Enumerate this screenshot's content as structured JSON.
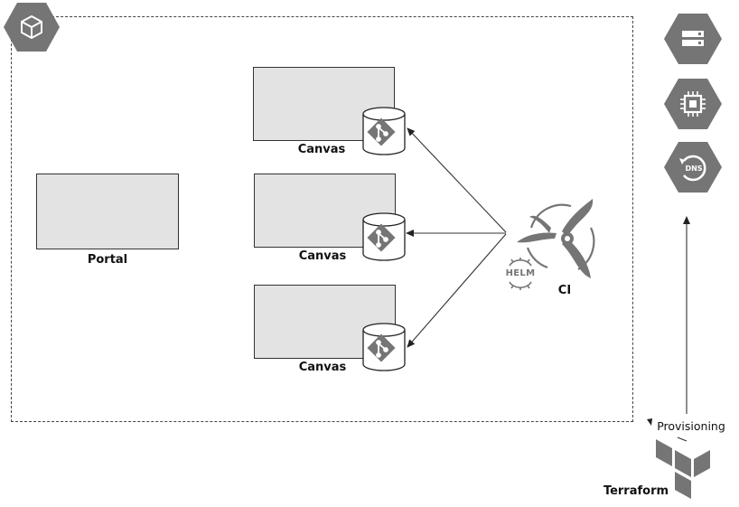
{
  "cluster": {
    "badge_icon": "kubernetes-cube-icon"
  },
  "portal": {
    "label": "Portal"
  },
  "canvases": [
    {
      "label": "Canvas",
      "repo_icon": "git-repo-icon"
    },
    {
      "label": "Canvas",
      "repo_icon": "git-repo-icon"
    },
    {
      "label": "Canvas",
      "repo_icon": "git-repo-icon"
    }
  ],
  "ci": {
    "label": "CI",
    "helm_label": "HELM",
    "icon": "spinnaker-fan-icon"
  },
  "cloud_services": [
    {
      "icon": "storage-hexagon-icon"
    },
    {
      "icon": "compute-chip-hexagon-icon"
    },
    {
      "icon": "dns-hexagon-icon"
    }
  ],
  "terraform": {
    "label": "Terraform",
    "icon": "terraform-logo-icon"
  },
  "provisioning": {
    "label": "Provisioning"
  },
  "colors": {
    "hexagon": "#757575",
    "box_fill": "#e3e3e3",
    "line": "#333333"
  }
}
